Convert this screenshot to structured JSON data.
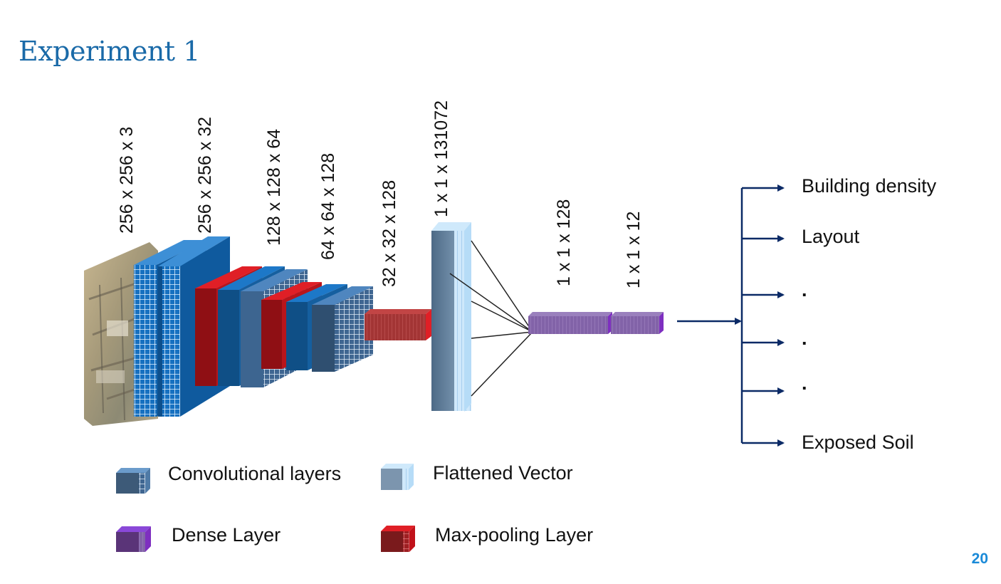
{
  "slide": {
    "title": "Experiment 1",
    "page_number": "20"
  },
  "layers": {
    "dims": [
      "256 x 256 x 3",
      "256 x 256 x 32",
      "128 x 128 x 64",
      "64 x 64 x 128",
      "32 x 32 x 128",
      "1 x 1 x 131072",
      "1 x 1 x 128",
      "1 x 1 x 12"
    ]
  },
  "outputs": {
    "items": [
      "Building density",
      "Layout",
      ".",
      ".",
      ".",
      "Exposed Soil"
    ]
  },
  "legend": {
    "conv": "Convolutional layers",
    "flat": "Flattened Vector",
    "dense": "Dense Layer",
    "maxpool": "Max-pooling Layer"
  },
  "colors": {
    "title": "#1a6aa8",
    "page_number": "#1a8ad8",
    "conv": "#1a6aa8",
    "maxpool": "#c0121a",
    "dense": "#7a4ea0",
    "flatten": "#a8d4f0",
    "arrow": "#0b2a66"
  }
}
